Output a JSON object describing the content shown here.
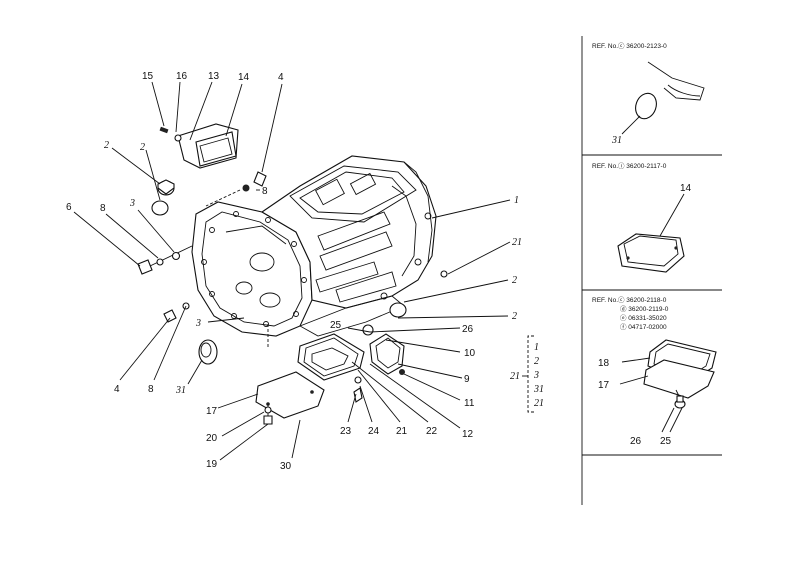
{
  "callouts": {
    "c15": "15",
    "c16": "16",
    "c13": "13",
    "c14": "14",
    "c4_top": "4",
    "c2_a": "2",
    "c2_b": "2",
    "c8_top": "8",
    "c6": "6",
    "c8_left": "8",
    "c3_left": "3",
    "c1": "1",
    "c21_r": "21",
    "c2_r": "2",
    "c2_r2": "2",
    "c26": "26",
    "c25": "25",
    "c10": "10",
    "c3_mid": "3",
    "c9": "9",
    "c11": "11",
    "c12": "12",
    "c4_bottom": "4",
    "c8_bottom": "8",
    "c31": "31",
    "c17": "17",
    "c20": "20",
    "c19": "19",
    "c30": "30",
    "c23": "23",
    "c24": "24",
    "c21_b": "21",
    "c22": "22"
  },
  "kit": {
    "label": "21",
    "items": [
      "1",
      "2",
      "3",
      "31",
      "21"
    ]
  },
  "ref_panels": [
    {
      "ref": "REF. No.ⓒ 36200-2123-0",
      "callouts": [
        "31"
      ]
    },
    {
      "ref": "REF. No.ⓘ 36200-2117-0",
      "callouts": [
        "14"
      ]
    },
    {
      "ref": "REF. No.ⓒ 36200-2118-0",
      "extra": [
        "ⓓ 36200-2119-0",
        "ⓔ 06331-35020",
        "ⓕ 04717-02000"
      ],
      "callouts": [
        "18",
        "17",
        "26",
        "25"
      ]
    }
  ]
}
